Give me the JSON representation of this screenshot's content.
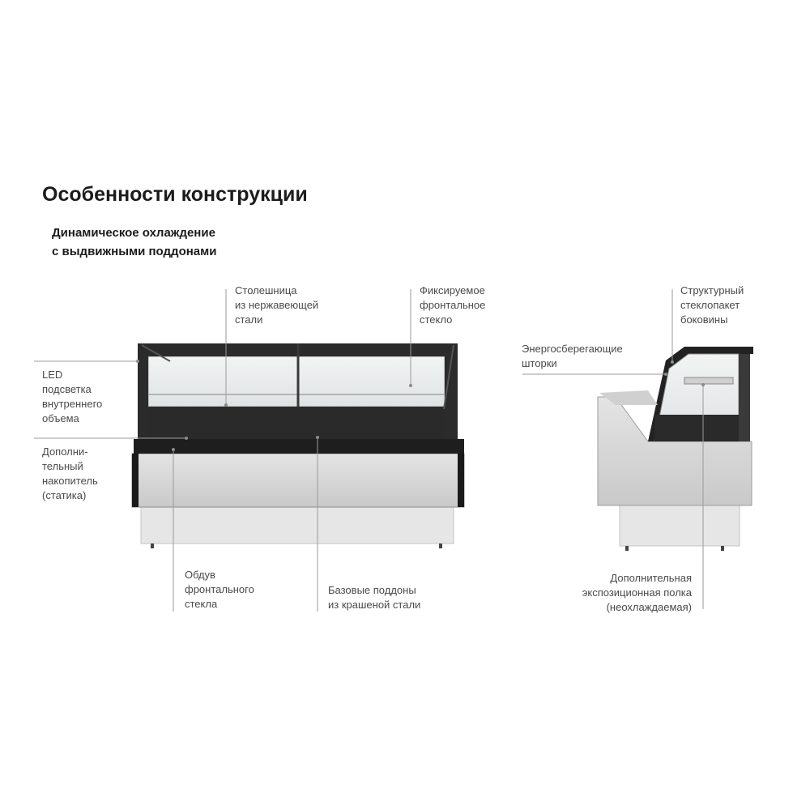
{
  "header": {
    "title": "Особенности конструкции",
    "subtitle_lines": [
      "Динамическое охлаждение",
      "с выдвижными поддонами"
    ]
  },
  "callouts": {
    "countertop": [
      "Столешница",
      "из нержавеющей",
      "стали"
    ],
    "front_glass": [
      "Фиксируемое",
      "фронтальное",
      "стекло"
    ],
    "led": [
      "LED",
      "подсветка",
      "внутреннего",
      "объема"
    ],
    "storage": [
      "Дополни-",
      "тельный",
      "накопитель",
      "(статика)"
    ],
    "airflow": [
      "Обдув",
      "фронтального",
      "стекла"
    ],
    "trays": [
      "Базовые поддоны",
      "из крашеной стали"
    ],
    "side_glass": [
      "Структурный",
      "стеклопакет",
      "боковины"
    ],
    "curtains": [
      "Энергосберегающие",
      "шторки"
    ],
    "shelf": [
      "Дополнительная",
      "экспозиционная полка",
      "(неохлаждаемая)"
    ]
  },
  "colors": {
    "text": "#4a4a4a",
    "heading": "#1c1c1c",
    "leader": "#9a9a9a",
    "body_panel": "#d6d6d6",
    "frame": "#1a1a1a"
  }
}
